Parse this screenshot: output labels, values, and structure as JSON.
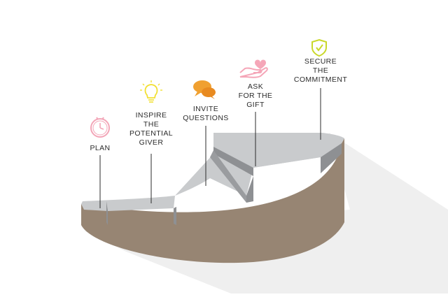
{
  "diagram": {
    "steps": [
      {
        "label": "PLAN",
        "icon": "clock-icon"
      },
      {
        "label": "INSPIRE\nTHE\nPOTENTIAL\nGIVER",
        "icon": "lightbulb-icon"
      },
      {
        "label": "INVITE\nQUESTIONS",
        "icon": "speech-bubbles-icon"
      },
      {
        "label": "ASK\nFOR THE\nGIFT",
        "icon": "hand-heart-icon"
      },
      {
        "label": "SECURE\nTHE\nCOMMITMENT",
        "icon": "shield-icon"
      }
    ],
    "colors": {
      "step_top": "#c9cbcd",
      "step_riser": "#9a9c9f",
      "cylinder_side": "#978573",
      "shadow": "#ededed",
      "leader_line": "#2b2b2b",
      "clock": "#f3a6b8",
      "lightbulb": "#f2e033",
      "speech": "#f0a030",
      "hand": "#f5a6b8",
      "shield": "#c9d82a"
    }
  }
}
